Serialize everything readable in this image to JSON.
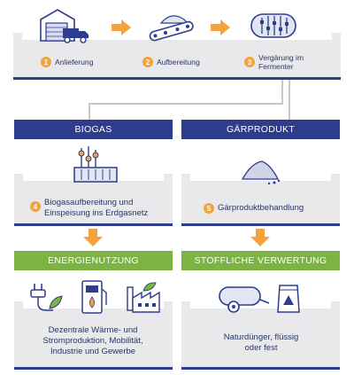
{
  "top_steps": [
    {
      "number": "1",
      "label": "Anlieferung"
    },
    {
      "number": "2",
      "label": "Aufbereitung"
    },
    {
      "number": "3",
      "label": "Vergärung im Fermenter"
    }
  ],
  "left_column": {
    "header": "BIOGAS",
    "step_number": "4",
    "step_label": "Biogasaufbereitung und Einspeisung ins Erdgasnetz",
    "usage_header": "ENERGIENUTZUNG",
    "usage_text": "Dezentrale Wärme- und Stromproduktion, Mobilität, Industrie und Gewerbe"
  },
  "right_column": {
    "header": "GÄRPRODUKT",
    "step_number": "5",
    "step_label": "Gärproduktbehandlung",
    "usage_header": "STOFFLICHE VERWERTUNG",
    "usage_text": "Naturdünger, flüssig oder fest"
  },
  "colors": {
    "navy": "#2d3c8c",
    "green": "#7cb342",
    "orange": "#f4a23b",
    "panel_grey": "#e9e9eb",
    "text": "#2a3563"
  },
  "icons": [
    "warehouse-truck-icon",
    "conveyor-icon",
    "fermenter-icon",
    "gas-plant-icon",
    "digestate-pile-icon",
    "plug-leaf-icon",
    "fuel-pump-icon",
    "factory-icon",
    "tank-trailer-icon",
    "fertilizer-bag-icon"
  ]
}
